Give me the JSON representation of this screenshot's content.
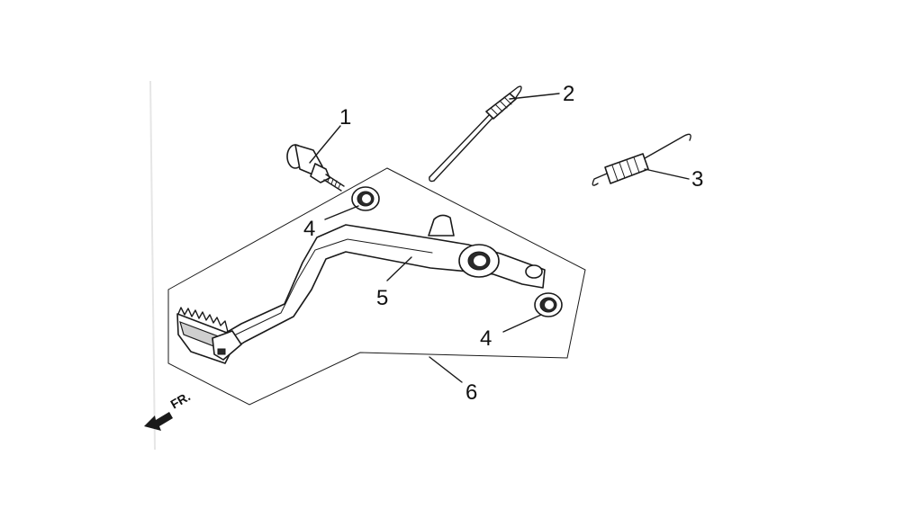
{
  "diagram": {
    "callouts": {
      "c1": "1",
      "c2": "2",
      "c3": "3",
      "c4a": "4",
      "c4b": "4",
      "c5": "5",
      "c6": "6"
    },
    "direction_marker": "FR."
  }
}
